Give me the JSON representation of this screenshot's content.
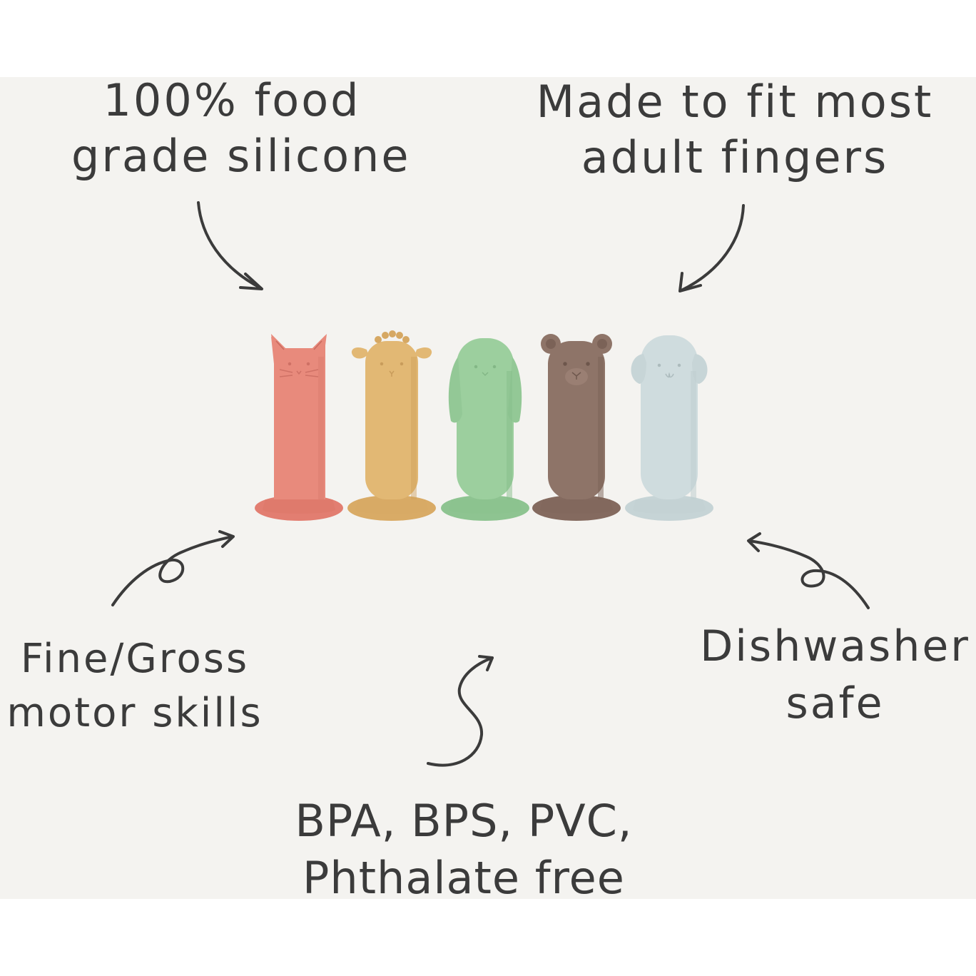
{
  "callouts": {
    "silicone": {
      "line1": "100% food",
      "line2": "grade silicone"
    },
    "fit": {
      "line1": "Made to fit most",
      "line2": "adult fingers"
    },
    "motor": {
      "line1": "Fine/Gross",
      "line2": "motor skills"
    },
    "dishwasher": {
      "line1": "Dishwasher",
      "line2": "safe"
    },
    "free": {
      "line1": "BPA, BPS, PVC,",
      "line2": "Phthalate free"
    }
  },
  "products": [
    {
      "animal": "cat",
      "color": "#e88a7c"
    },
    {
      "animal": "lamb",
      "color": "#e2b874"
    },
    {
      "animal": "bunny",
      "color": "#9ccf9e"
    },
    {
      "animal": "bear",
      "color": "#8e7468"
    },
    {
      "animal": "puppy",
      "color": "#cfdcde"
    }
  ],
  "colors": {
    "background": "#f4f3f0",
    "text": "#3b3b3b"
  }
}
